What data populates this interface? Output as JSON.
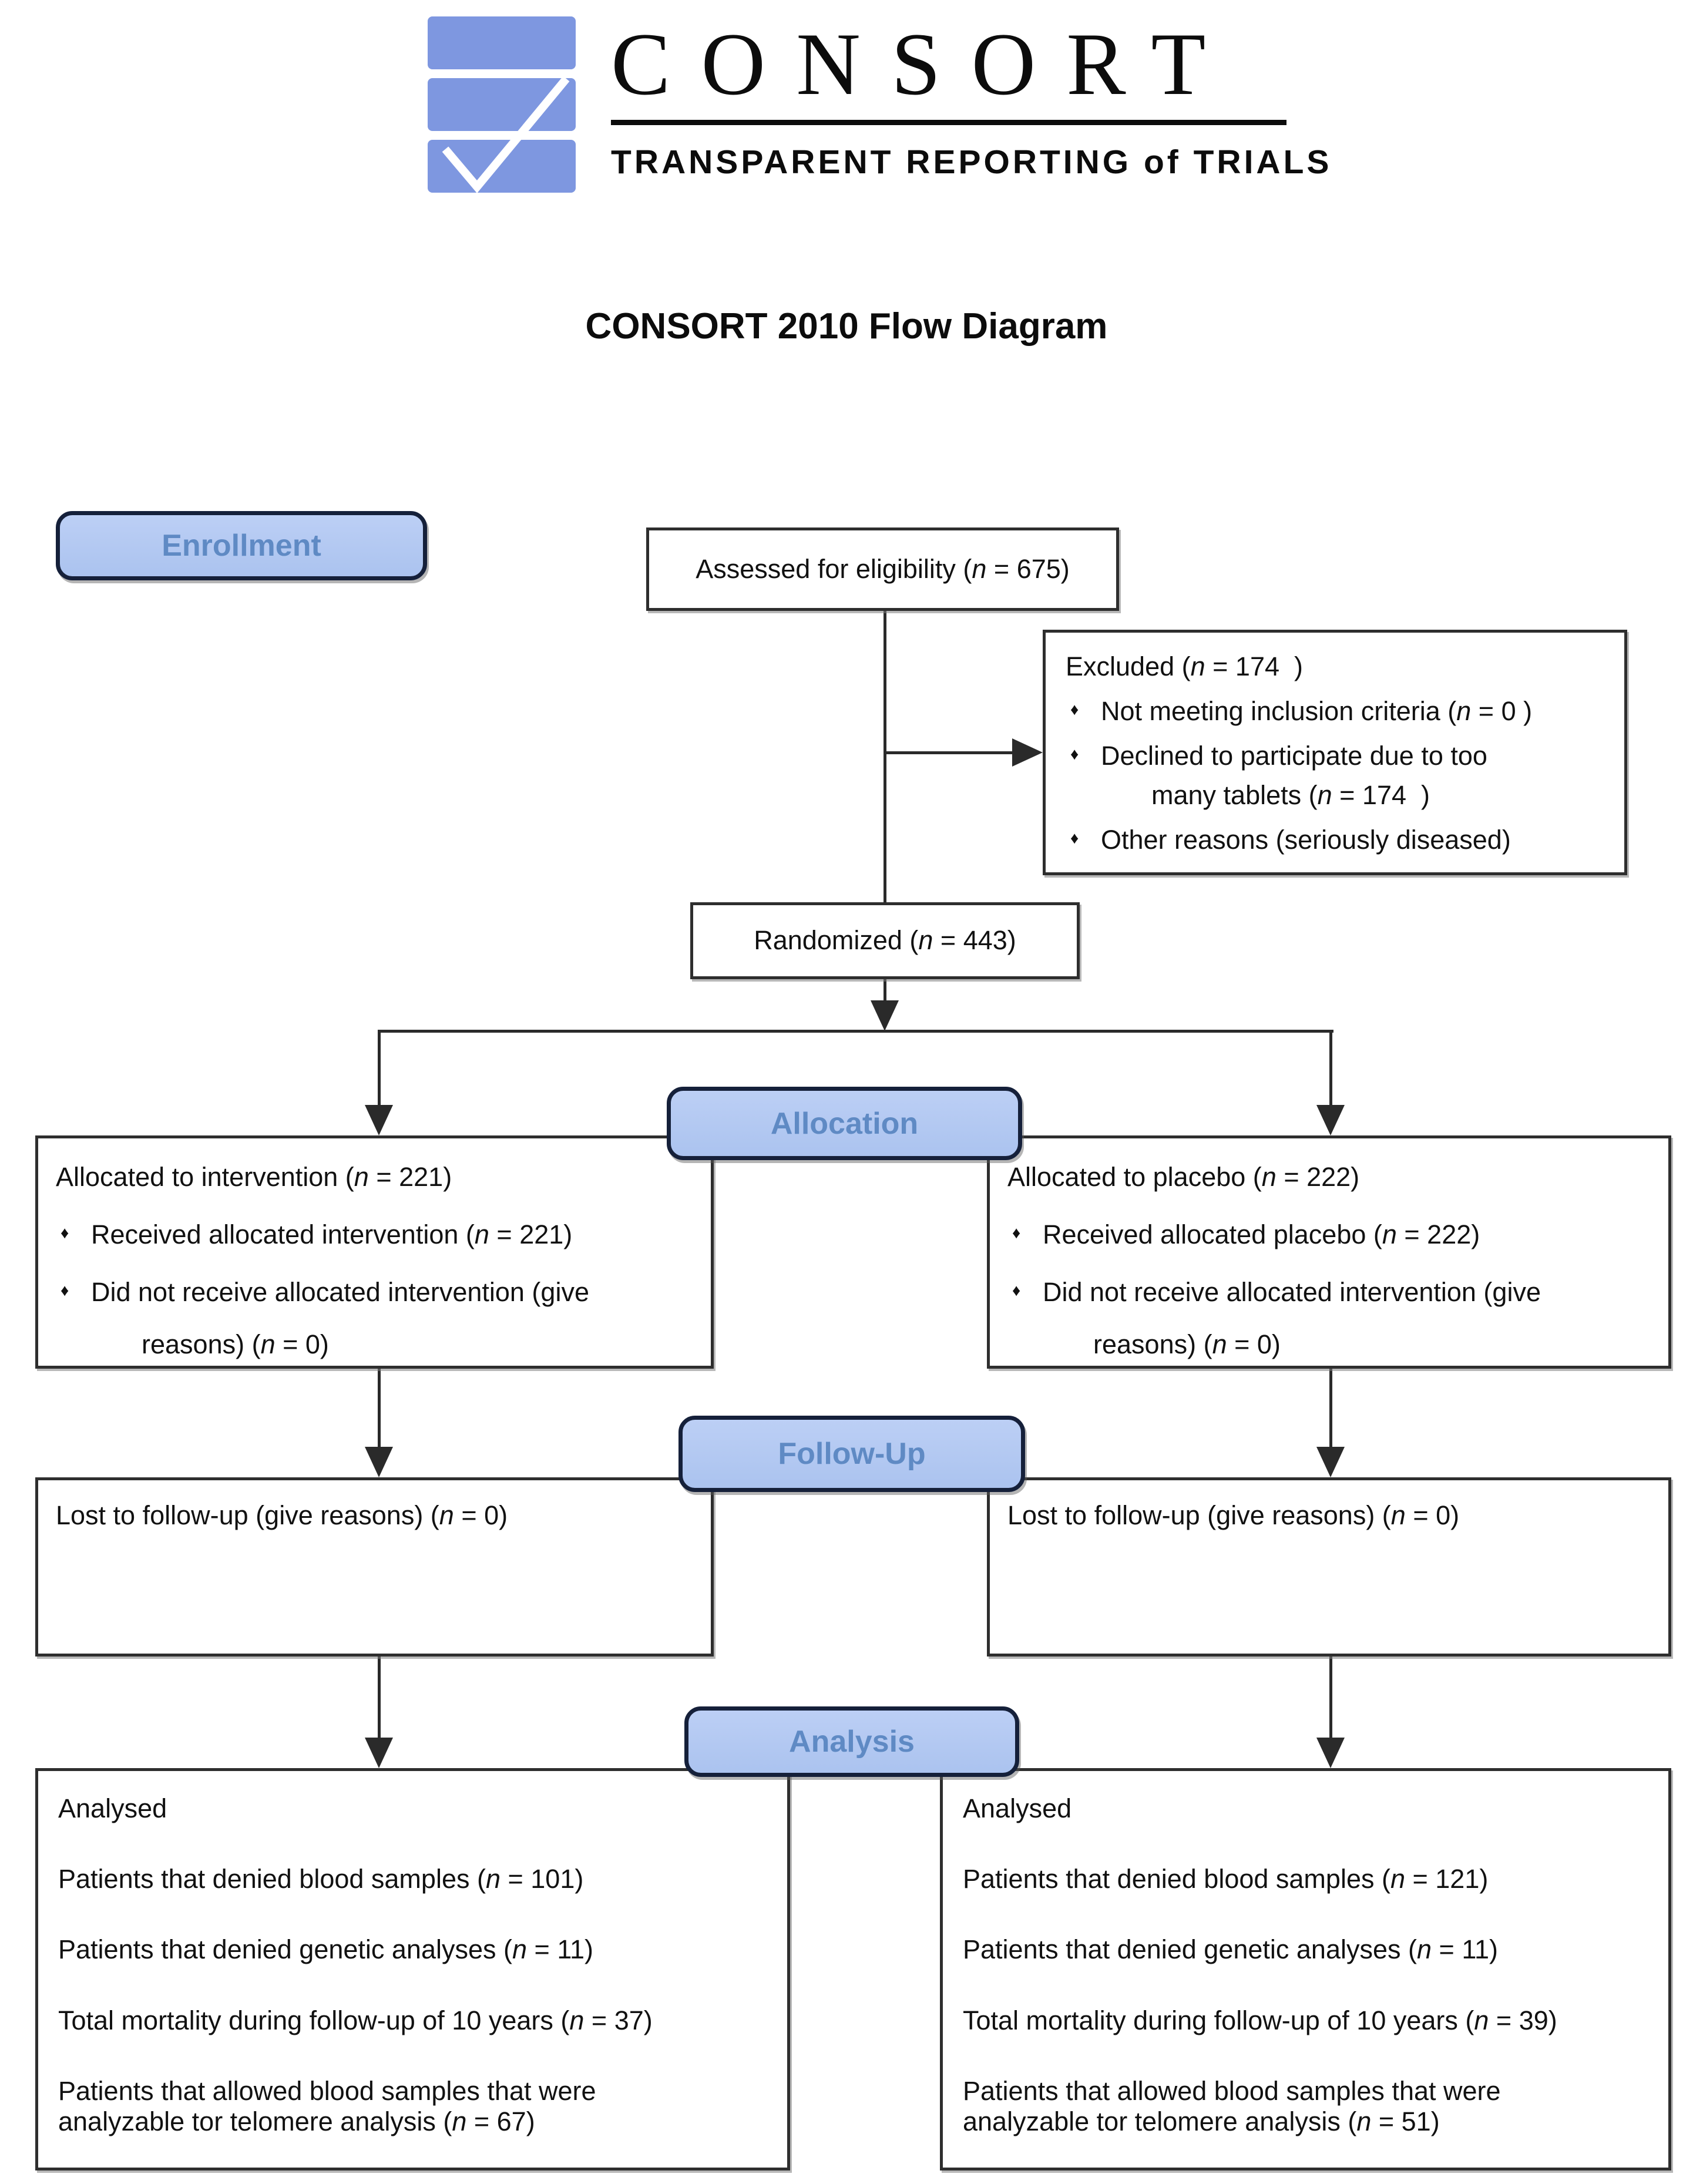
{
  "logo": {
    "word": "CONSORT",
    "tagline": "TRANSPARENT REPORTING of TRIALS"
  },
  "title": "CONSORT 2010 Flow Diagram",
  "glyphs": {
    "bullet": "♦"
  },
  "colors": {
    "label_fill": "#b4c9f0",
    "label_border": "#15203a",
    "label_text": "#5f8ac4",
    "logo_blue": "#7e97e0",
    "box_border": "#2e2e2e",
    "line": "#2a2a2a"
  },
  "stages": {
    "enrollment": "Enrollment",
    "allocation": "Allocation",
    "followup": "Follow-Up",
    "analysis": "Analysis"
  },
  "boxes": {
    "assessed": {
      "text": "Assessed for eligibility (n = 675)"
    },
    "excluded": {
      "lines": [
        {
          "type": "head",
          "text": "Excluded (n = 174  )"
        },
        {
          "type": "bullet",
          "text": "Not meeting inclusion criteria (n = 0 )"
        },
        {
          "type": "bullet",
          "text": "Declined to participate due to too"
        },
        {
          "type": "bullet2",
          "text": "many tablets (n = 174  )"
        },
        {
          "type": "bullet",
          "text": "Other reasons (seriously diseased)"
        }
      ]
    },
    "randomized": {
      "text": "Randomized (n = 443)"
    },
    "alloc_left": {
      "lines": [
        {
          "type": "head",
          "text": "Allocated to intervention (n = 221)"
        },
        {
          "type": "bullet",
          "text": "Received allocated intervention (n = 221)"
        },
        {
          "type": "bullet",
          "text": "Did not receive allocated intervention (give"
        },
        {
          "type": "bullet2",
          "text": "reasons) (n = 0)"
        }
      ]
    },
    "alloc_right": {
      "lines": [
        {
          "type": "head",
          "text": "Allocated to placebo (n = 222)"
        },
        {
          "type": "bullet",
          "text": "Received allocated placebo (n = 222)"
        },
        {
          "type": "bullet",
          "text": "Did not receive allocated intervention (give"
        },
        {
          "type": "bullet2",
          "text": "reasons) (n = 0)"
        }
      ]
    },
    "fu_left": {
      "lines": [
        {
          "type": "head",
          "text": "Lost to follow-up (give reasons) (n = 0)"
        }
      ]
    },
    "fu_right": {
      "lines": [
        {
          "type": "head",
          "text": "Lost to follow-up (give reasons) (n = 0)"
        }
      ]
    },
    "an_left": {
      "lines": [
        {
          "type": "para",
          "text": "Analysed"
        },
        {
          "type": "para",
          "text": "Patients that denied blood samples (n = 101)"
        },
        {
          "type": "para",
          "text": "Patients that denied genetic analyses (n = 11)"
        },
        {
          "type": "para",
          "text": "Total mortality during follow-up of 10 years (n = 37)"
        },
        {
          "type": "para",
          "text": "Patients that allowed blood samples that were"
        },
        {
          "type": "wrap",
          "text": "analyzable tor telomere analysis (n = 67)"
        }
      ]
    },
    "an_right": {
      "lines": [
        {
          "type": "para",
          "text": "Analysed"
        },
        {
          "type": "para",
          "text": "Patients that denied blood samples (n = 121)"
        },
        {
          "type": "para",
          "text": "Patients that denied genetic analyses (n = 11)"
        },
        {
          "type": "para",
          "text": "Total mortality during follow-up of 10 years (n = 39)"
        },
        {
          "type": "para",
          "text": "Patients that allowed blood samples that were"
        },
        {
          "type": "wrap",
          "text": "analyzable tor telomere analysis (n = 51)"
        }
      ]
    }
  }
}
